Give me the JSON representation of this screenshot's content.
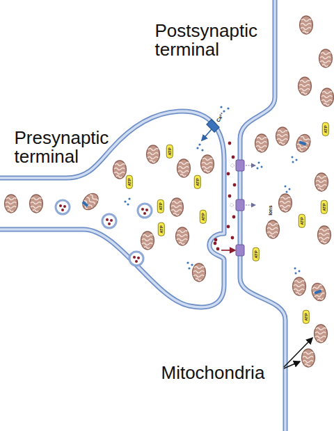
{
  "diagram": {
    "labels": [
      "Postsynaptic terminal",
      "Presynaptic terminal",
      "Ca²⁺",
      "Ions",
      "Mitochondria",
      "ATP",
      "ATP",
      "ATP",
      "ATP",
      "ATP",
      "ATP",
      "ATP",
      "ATP",
      "ATP",
      "ATP",
      "ATP"
    ]
  }
}
